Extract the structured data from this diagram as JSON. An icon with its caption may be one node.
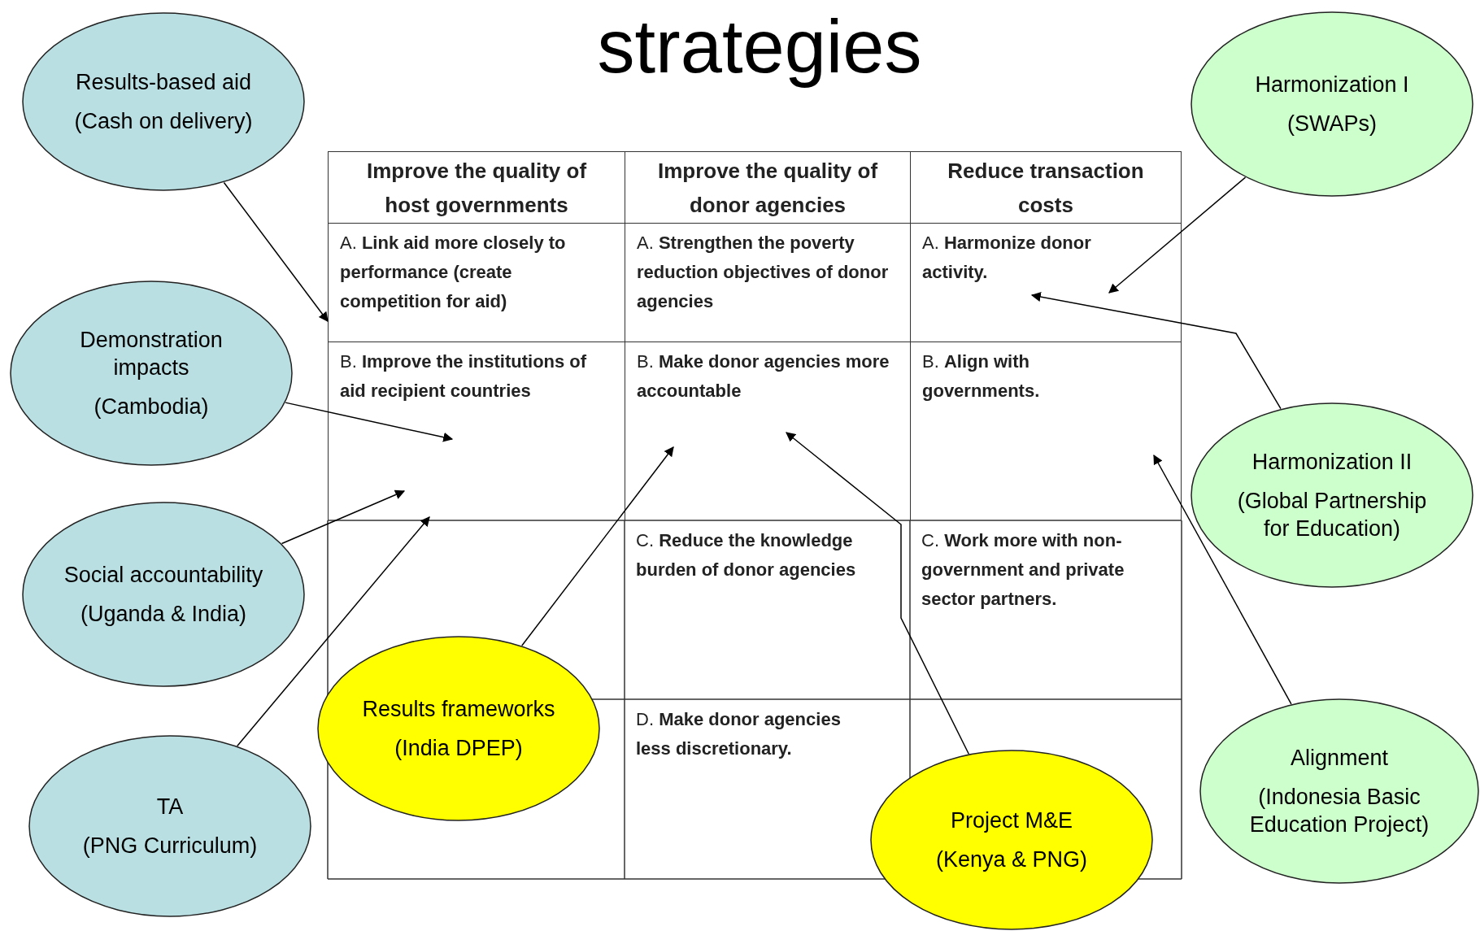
{
  "diagram": {
    "title": "strategies",
    "nodes": [
      {
        "text": [
          "Results-based aid",
          "(Cash on delivery)"
        ]
      },
      {
        "text": [
          "Harmonization I",
          "(SWAPs)"
        ]
      },
      {
        "text": [
          "Improve the quality of host governments"
        ]
      },
      {
        "text": [
          "Improve the quality of donor agencies"
        ]
      },
      {
        "text": [
          "Reduce transaction costs"
        ]
      },
      {
        "text": [
          "A. **Link aid more closely to performance (create competition for aid)**"
        ]
      },
      {
        "text": [
          "A. **Strengthen the poverty reduction objectives of donor agencies**"
        ]
      },
      {
        "text": [
          "A. **Harmonize donor activity.**"
        ]
      },
      {
        "text": [
          "Demonstration impacts",
          "(Cambodia)"
        ]
      },
      {
        "text": [
          "B. **Improve the institutions of aid recipient countries**"
        ]
      },
      {
        "text": [
          "B. **Make donor agencies more accountable**"
        ]
      },
      {
        "text": [
          "B. **Align with governments.**"
        ]
      },
      {
        "text": [
          "Harmonization II",
          "(Global Partnership for Education)"
        ]
      },
      {
        "text": [
          "Social accountability",
          "(Uganda & India)"
        ]
      },
      {
        "text": [
          "C. **Reduce the knowledge burden of donor agencies**"
        ]
      },
      {
        "text": [
          "C. **Work more with non-government and private sector partners.**"
        ]
      },
      {
        "text": [
          "Results frameworks",
          "(India DPEP)"
        ]
      },
      {
        "text": [
          "D. **Make donor agencies less discretionary.**"
        ]
      },
      {
        "text": [
          "Alignment",
          "(Indonesia Basic Education Project)"
        ]
      },
      {
        "text": [
          "TA",
          "(PNG Curriculum)"
        ]
      },
      {
        "text": [
          "Project M&E",
          "(Kenya & PNG)"
        ]
      }
    ],
    "edges": [
      {
        "from": 0,
        "to": 5,
        "arrow": "to"
      },
      {
        "from": 1,
        "to": 7,
        "arrow": "to"
      },
      {
        "from": 8,
        "to": 9,
        "arrow": "to"
      },
      {
        "from": 12,
        "to": 7,
        "arrow": "to"
      },
      {
        "from": 13,
        "to": 9,
        "arrow": "to"
      },
      {
        "from": 16,
        "to": 10,
        "arrow": "to"
      },
      {
        "from": 18,
        "to": 11,
        "arrow": "to"
      },
      {
        "from": 19,
        "to": 9,
        "arrow": "to"
      },
      {
        "from": 20,
        "to": 10,
        "arrow": "to"
      }
    ]
  }
}
